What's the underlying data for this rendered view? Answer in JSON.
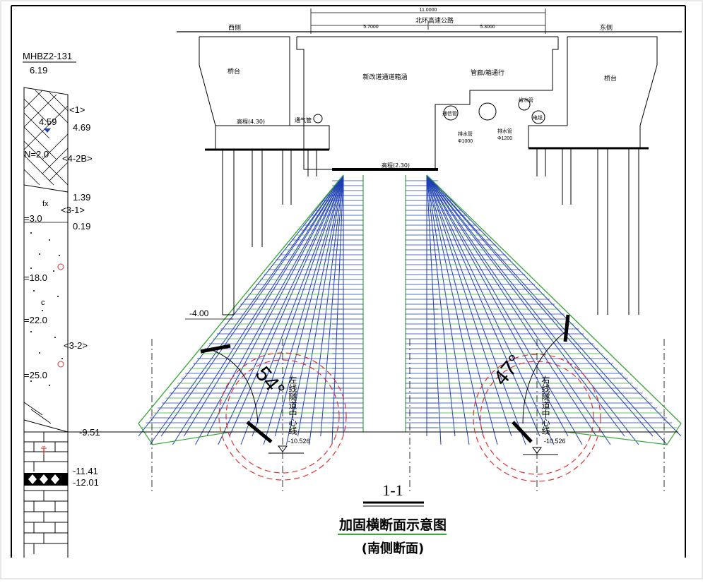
{
  "borehole": {
    "id": "MHBZ2-131",
    "top_elevation": "6.19",
    "layer_labels": [
      "<1>",
      "<4-2B>",
      "<3-1>",
      "<3-2>"
    ],
    "elevations": [
      "4.69",
      "1.39",
      "0.19",
      "-9.51",
      "-11.41",
      "-12.01"
    ],
    "n_values": [
      "4.59",
      "N=2.0",
      "=3.0",
      "=18.0",
      "=22.0",
      "=25.0"
    ],
    "symbols": [
      "fx",
      "c"
    ]
  },
  "top": {
    "west": "西侧",
    "east": "东侧",
    "road": "北环高速公路",
    "dim_total": "11.0000",
    "dim_left": "5.7000",
    "dim_right": "5.3000"
  },
  "structure": {
    "left_abutment": "桥台",
    "right_abutment": "桥台",
    "box_left": "新改道通道箱涵",
    "box_right": "管廊/箱通行",
    "left_elev": "高程(4.30)",
    "vent_pipe": "通气管",
    "floor_elev": "高程(2.30)",
    "pipes": [
      "给水管",
      "通信管",
      "电缆",
      "排水管",
      "排水管"
    ],
    "pipe_sizes": [
      "Φ1000",
      "Φ1200"
    ],
    "bottom_elev": "-4.00"
  },
  "tunnels": {
    "left_angle": "54°",
    "right_angle": "47°",
    "left_label": "左线隧道中心线",
    "right_label": "右线隧道中心线",
    "left_depth": "-10.526",
    "right_depth": "-10.526"
  },
  "title": {
    "section": "1-1",
    "main": "加固横断面示意图",
    "sub": "(南侧断面)"
  },
  "colors": {
    "grout_blue": "#1f3fb4",
    "grout_green": "#3aa83a",
    "tunnel_red": "#e03030",
    "line": "#000000"
  }
}
